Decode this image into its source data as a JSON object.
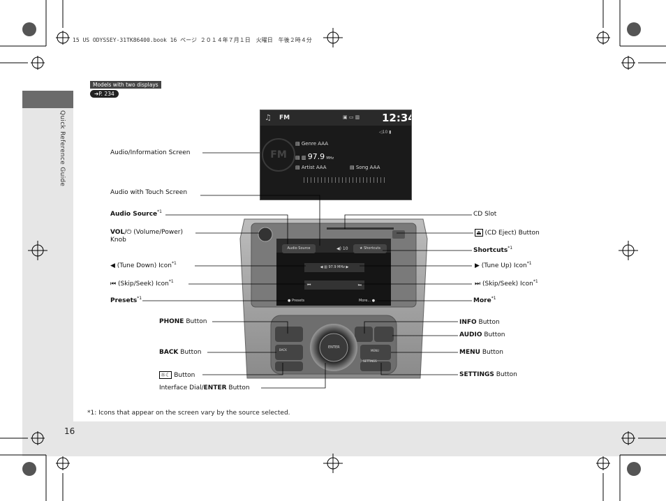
{
  "header": {
    "book_line": "15 US ODYSSEY-31TK86400.book  16 ページ  ２０１４年７月１日　火曜日　午後２時４分"
  },
  "sidebar": {
    "section_title": "Quick Reference Guide"
  },
  "models_tag": "Models with two displays",
  "page_ref": "P. 234",
  "screen": {
    "source": "FM",
    "clock": "12:34",
    "volume": "10",
    "genre": "Genre AAA",
    "frequency": "97.9",
    "unit": "MHz",
    "artist": "Artist AAA",
    "song": "Song AAA"
  },
  "touch_screen": {
    "audio_source": "Audio Source",
    "volume": "10",
    "shortcuts": "Shortcuts",
    "frequency": "97.9 MHz",
    "presets": "Presets",
    "more": "More...",
    "enter": "ENTER",
    "back": "BACK",
    "menu": "MENU",
    "settings": "SETTINGS"
  },
  "labels_left": {
    "audio_info_screen": "Audio/Information Screen",
    "audio_touch_screen": "Audio with Touch Screen",
    "audio_source": "Audio Source",
    "vol_knob_bold": "VOL",
    "vol_knob_rest": " (Volume/Power)",
    "vol_knob_line2": "Knob",
    "tune_down": "(Tune Down) Icon",
    "skip_seek_left": "(Skip/Seek) Icon",
    "presets": "Presets",
    "phone_bold": "PHONE",
    "phone_rest": " Button",
    "back_bold": "BACK",
    "back_rest": " Button",
    "day_night": "Button",
    "dial_pre": "Interface Dial/",
    "dial_bold": "ENTER",
    "dial_rest": " Button"
  },
  "labels_right": {
    "cd_slot": "CD Slot",
    "cd_eject": "(CD Eject) Button",
    "shortcuts": "Shortcuts",
    "tune_up": "(Tune Up) Icon",
    "skip_seek_right": "(Skip/Seek) Icon",
    "more": "More",
    "info_bold": "INFO",
    "info_rest": " Button",
    "audio_bold": "AUDIO",
    "audio_rest": " Button",
    "menu_bold": "MENU",
    "menu_rest": " Button",
    "settings_bold": "SETTINGS",
    "settings_rest": " Button"
  },
  "footnote_marker": "*1",
  "footnote": "*1: Icons that appear on the screen vary by the source selected.",
  "page_number": "16"
}
